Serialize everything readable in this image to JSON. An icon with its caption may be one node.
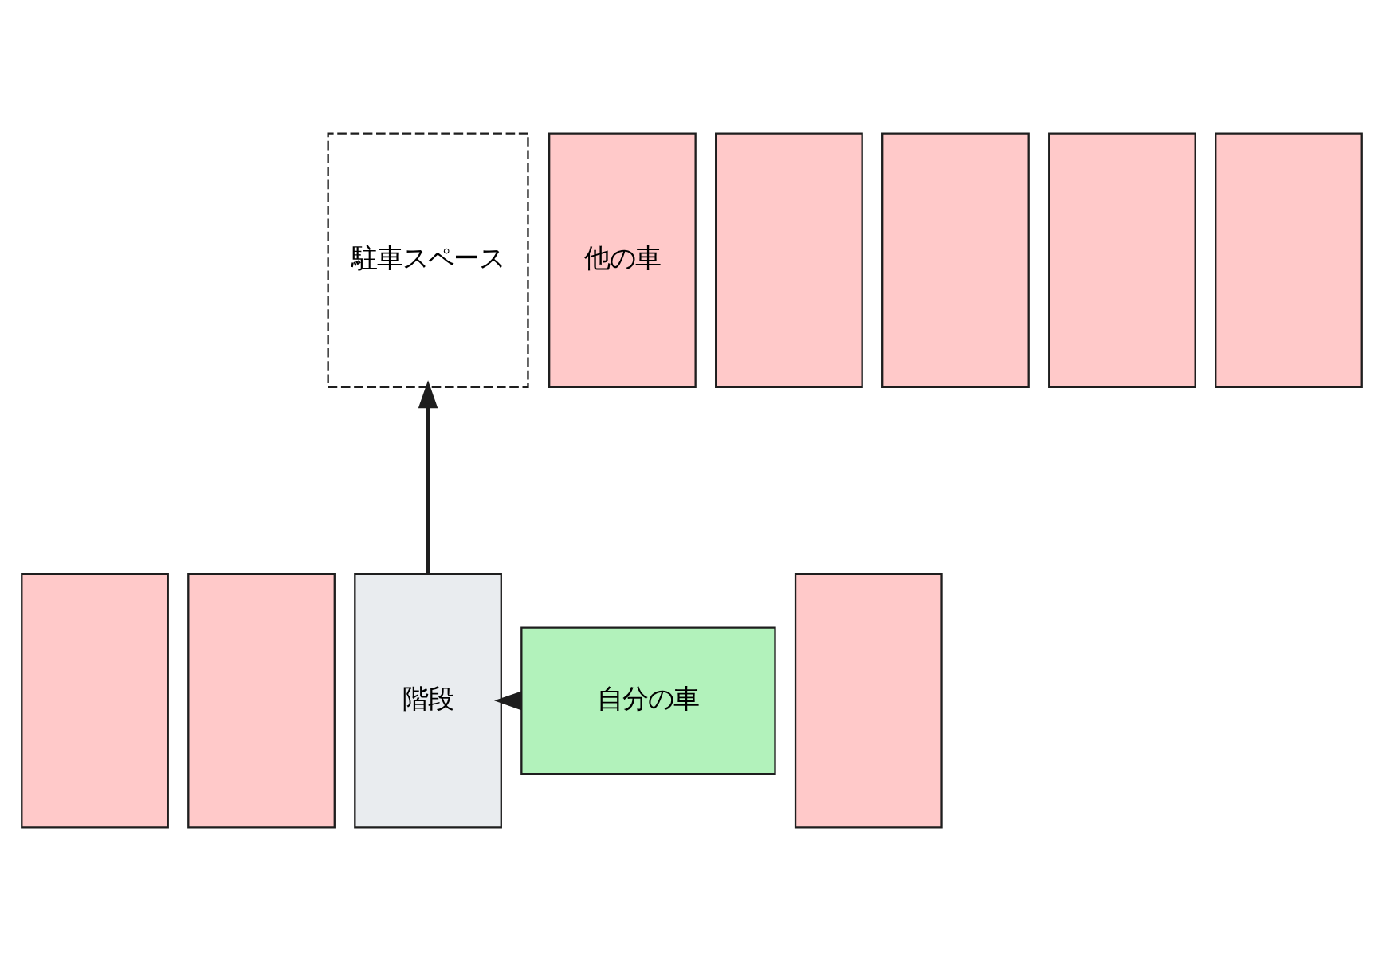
{
  "diagram": {
    "nodes": [
      {
        "text": [
          "他の車"
        ]
      },
      {
        "text": [],
        "shape": "box"
      },
      {
        "text": [],
        "shape": "box"
      },
      {
        "text": [],
        "shape": "box"
      },
      {
        "text": [
          "駐車スペース"
        ]
      },
      {
        "text": [],
        "shape": "box"
      },
      {
        "text": [
          "自分の車"
        ]
      },
      {
        "text": [],
        "shape": "box"
      },
      {
        "text": [],
        "shape": "box"
      },
      {
        "text": [
          "階段"
        ]
      },
      {
        "text": [],
        "shape": "box"
      }
    ],
    "edges": [
      {
        "from": 6,
        "to": 9,
        "arrow": "to"
      },
      {
        "from": 9,
        "to": 4,
        "arrow": "to"
      }
    ]
  }
}
